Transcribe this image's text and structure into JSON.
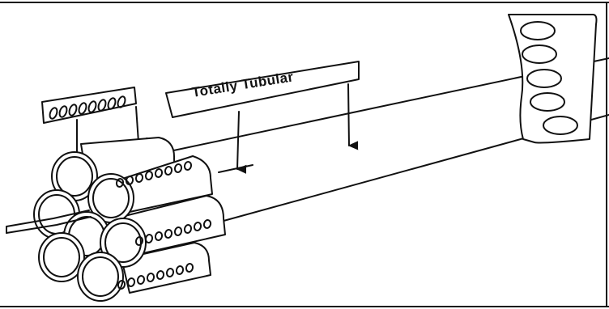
{
  "diagram": {
    "label_text": "Totally Tubular",
    "colors": {
      "ink": "#111111",
      "background": "#ffffff"
    },
    "elements": [
      "small-hole-label-card",
      "text-label-card",
      "large-hole-label-strip",
      "tube-bundle",
      "long-tube",
      "wire",
      "arrows"
    ]
  }
}
